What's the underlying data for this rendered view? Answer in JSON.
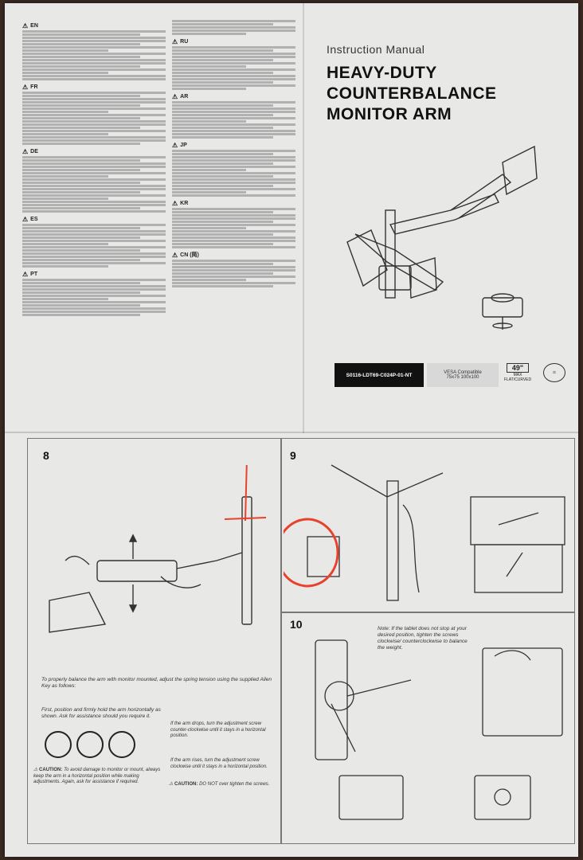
{
  "manual": {
    "label": "Instruction Manual",
    "title_lines": [
      "HEAVY-DUTY",
      "COUNTERBALANCE",
      "MONITOR ARM"
    ],
    "model": "S0116-LDT69-C024P-01-NT",
    "vesa_label": "VESA Compatible",
    "vesa_sizes": "75x75 100x100",
    "max_size": "49\"",
    "max_label": "MAX",
    "screen_type": "FLAT/CURVED"
  },
  "languages": [
    "EN",
    "FR",
    "DE",
    "ES",
    "PT",
    "RU",
    "AR",
    "JP",
    "KR",
    "CN (简)"
  ],
  "steps": {
    "step8": {
      "number": "8",
      "instruction": "To properly balance the arm with monitor mounted, adjust the spring tension using the supplied Allen Key as follows:",
      "first": "First, position and firmly hold the arm horizontally as shown. Ask for assistance should you require it.",
      "drops": "If the arm drops, turn the adjustment screw counter-clockwise until it stays in a horizontal position.",
      "rises": "If the arm rises, turn the adjustment screw clockwise until it stays in a horizontal position.",
      "caution1_title": "CAUTION:",
      "caution1": "To avoid damage to monitor or mount, always keep the arm in a horizontal position while making adjustments. Again, ask for assistance if required.",
      "caution2_title": "CAUTION:",
      "caution2": "DO NOT over tighten the screws."
    },
    "step9": {
      "number": "9"
    },
    "step10": {
      "number": "10",
      "note": "Note: If the tablet does not stop at your desired position, tighten the screws clockwise/ counterclockwise to balance the weight."
    }
  },
  "colors": {
    "sheet": "#e8e8e6",
    "annotation_red": "#e8412c",
    "dark_bar": "#111111"
  }
}
